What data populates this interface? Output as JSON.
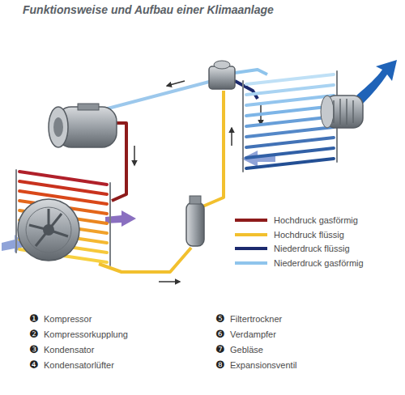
{
  "diagram": {
    "title": "Funktionsweise und Aufbau einer Klimaanlage",
    "labels": [
      "❶",
      "Kompressor",
      "❷",
      "Kompressorkupplung",
      "❸",
      "Kondensator",
      "❹",
      "Kondensatorlüfter",
      "❺",
      "Filtertrockner",
      "❻",
      "Verdampfer",
      "❼",
      "Gebläse",
      "❽",
      "Expansionsventil"
    ],
    "legend": [
      {
        "text": "Hochdruck gasförmig",
        "color": "#8e1b1b"
      },
      {
        "text": "Hochdruck flüssig",
        "color": "#f2c02e"
      },
      {
        "text": "Niederdruck flüssig",
        "color": "#1c2a6e"
      },
      {
        "text": "Niederdruck gasförmig",
        "color": "#8fc4ec"
      }
    ]
  }
}
